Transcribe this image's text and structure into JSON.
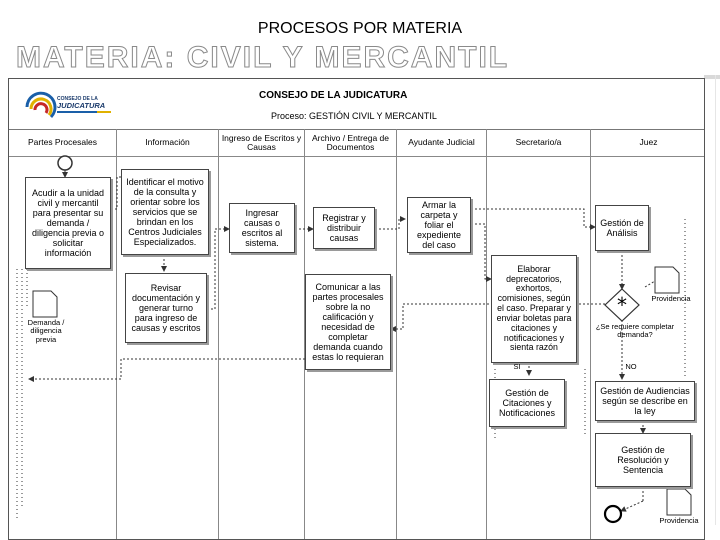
{
  "slide": {
    "title": "PROCESOS POR MATERIA",
    "subtitle": "MATERIA: CIVIL Y MERCANTIL"
  },
  "diagram": {
    "logo_text_1": "CONSEJO DE LA",
    "logo_text_2": "JUDICATURA",
    "header_title": "CONSEJO DE LA JUDICATURA",
    "header_subtitle": "Proceso: GESTIÓN CIVIL Y MERCANTIL",
    "lanes": [
      "Partes Procesales",
      "Información",
      "Ingreso de Escritos y Causas",
      "Archivo / Entrega de Documentos",
      "Ayudante Judicial",
      "Secretario/a",
      "Juez"
    ],
    "activities": {
      "acudir": "Acudir a la unidad civil y mercantil para presentar su demanda / diligencia previa o solicitar información",
      "identificar": "Identificar el motivo de la consulta y orientar sobre los servicios que se brindan en los Centros Judiciales Especializados.",
      "revisar": "Revisar documentación y generar turno para ingreso de causas y escritos",
      "ingresar": "Ingresar causas o escritos al sistema.",
      "registrar": "Registrar y distribuir causas",
      "comunicar": "Comunicar a las partes procesales sobre la no calificación y necesidad de completar demanda cuando estas lo requieran",
      "armar": "Armar la carpeta y foliar el expediente del caso",
      "elaborar": "Elaborar deprecatorios, exhortos, comisiones, según el caso. Preparar y enviar boletas para citaciones y notificaciones y sienta razón",
      "citaciones": "Gestión de Citaciones y Notificaciones",
      "analisis": "Gestión de Análisis",
      "audiencias": "Gestión de Audiencias según se describe en la ley",
      "resolucion": "Gestión de Resolución y Sentencia"
    },
    "documents": {
      "demanda": "Demanda / diligencia previa",
      "providencia": "Providencia",
      "providencia_final": "Providencia"
    },
    "gateway": {
      "question": "¿Se requiere completar demanda?",
      "yes": "SI",
      "no": "NO"
    }
  }
}
